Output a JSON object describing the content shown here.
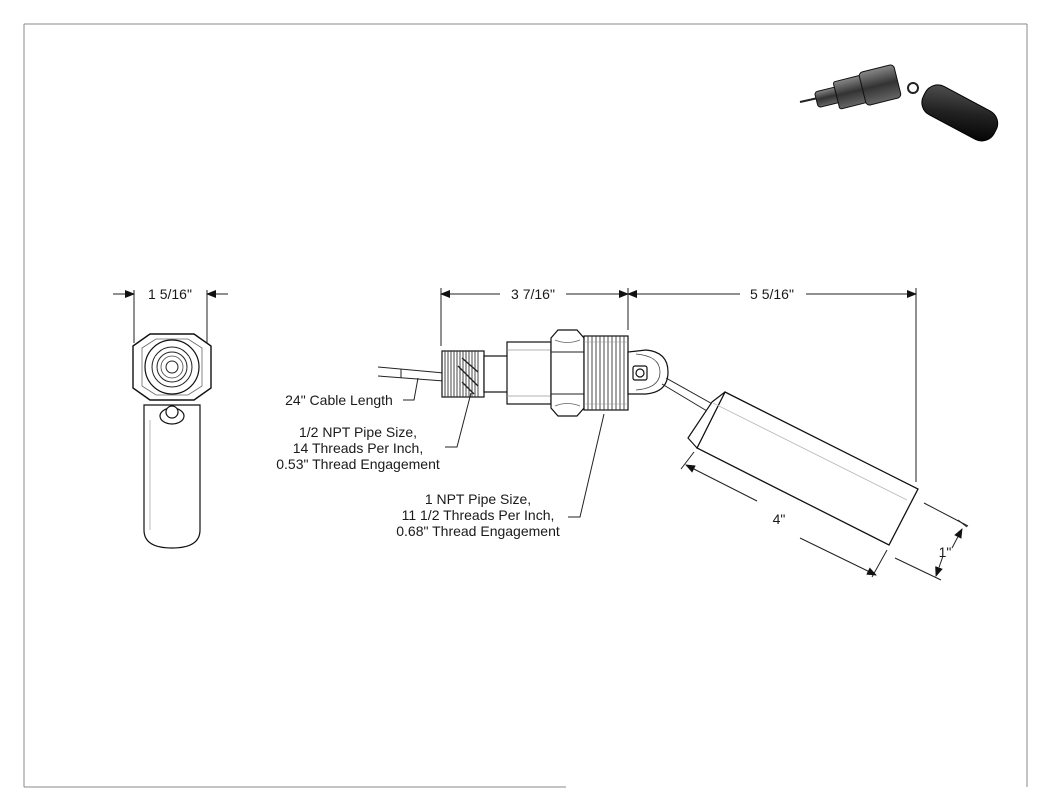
{
  "dimensions": {
    "hex_width": "1 5/16\"",
    "body_length": "3 7/16\"",
    "float_reach": "5 5/16\"",
    "float_length": "4\"",
    "float_diameter": "1\""
  },
  "callouts": {
    "cable": "24\" Cable Length",
    "small_npt": {
      "line1": "1/2 NPT Pipe Size,",
      "line2": "14 Threads Per Inch,",
      "line3": "0.53\" Thread Engagement"
    },
    "large_npt": {
      "line1": "1 NPT Pipe Size,",
      "line2": "11 1/2 Threads Per Inch,",
      "line3": "0.68\" Thread Engagement"
    }
  }
}
